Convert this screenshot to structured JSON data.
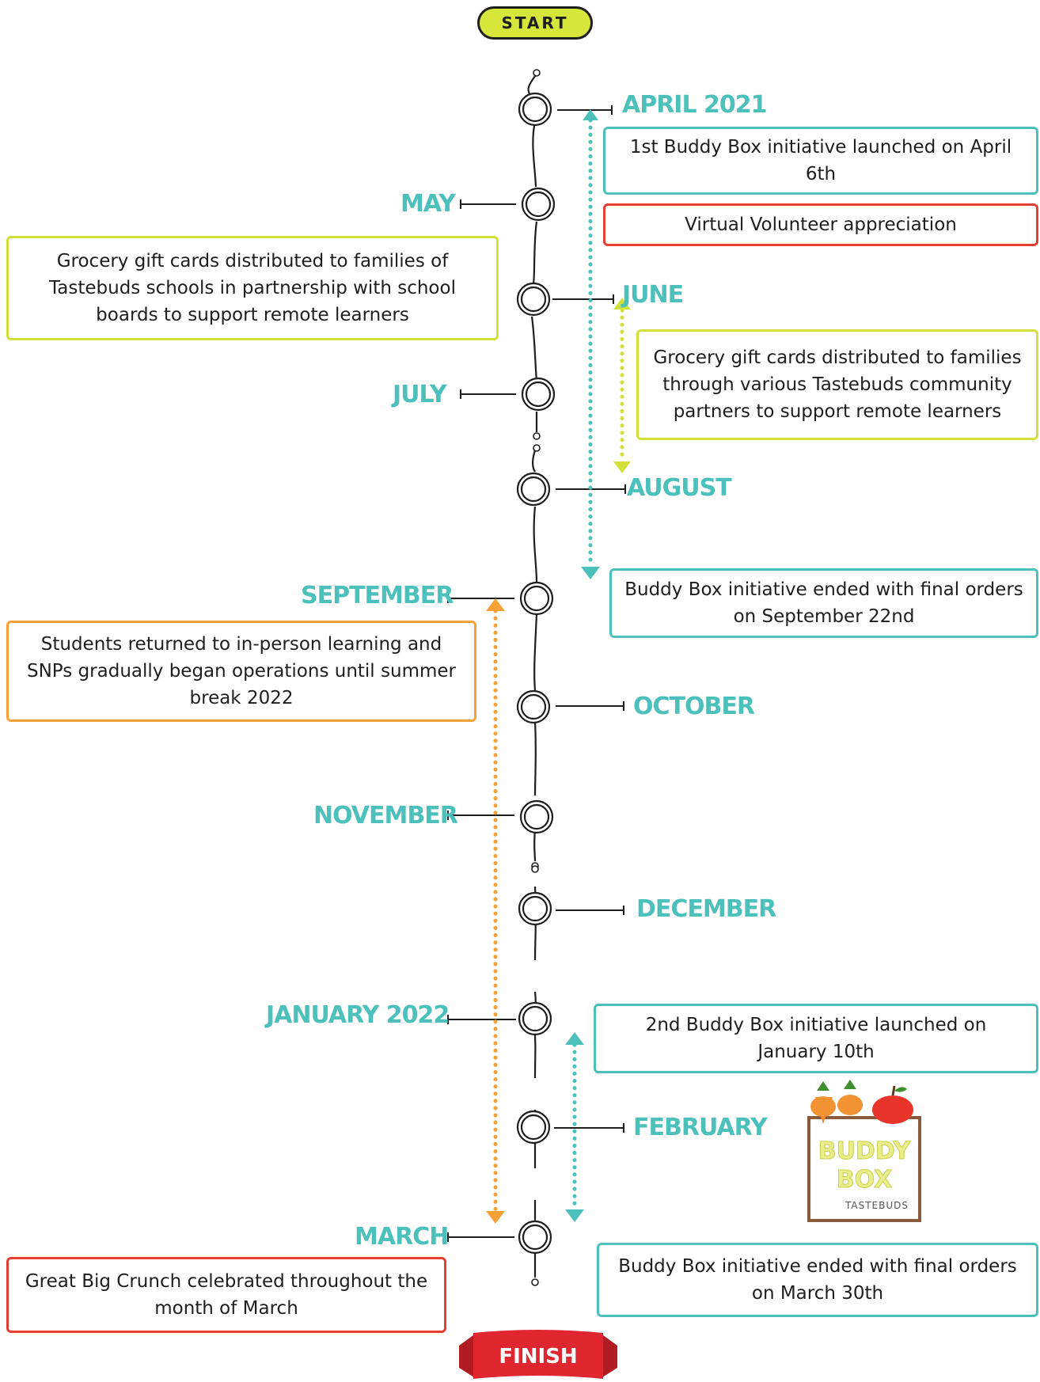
{
  "start_label": "START",
  "finish_label": "FINISH",
  "months": {
    "april": "APRIL 2021",
    "may": "MAY",
    "june": "JUNE",
    "july": "JULY",
    "august": "AUGUST",
    "september": "SEPTEMBER",
    "october": "OCTOBER",
    "november": "NOVEMBER",
    "december": "DECEMBER",
    "january": "JANUARY 2022",
    "february": "FEBRUARY",
    "march": "MARCH"
  },
  "events": {
    "buddy_box_1_launch": "1st Buddy Box initiative launched on April 6th",
    "volunteer_appreciation": "Virtual Volunteer appreciation",
    "gift_cards_schools": "Grocery gift cards distributed to families of Tastebuds schools in partnership with school boards to support remote learners",
    "gift_cards_community": "Grocery gift cards distributed to families through various Tastebuds community partners to support remote learners",
    "buddy_box_1_end": "Buddy Box initiative ended with final orders on September 22nd",
    "in_person_learning": "Students returned to in-person learning and SNPs gradually began operations until summer break 2022",
    "buddy_box_2_launch": "2nd Buddy Box initiative launched on January 10th",
    "buddy_box_2_end": "Buddy Box initiative ended with final orders on March 30th",
    "great_big_crunch": "Great Big Crunch celebrated throughout the month of March"
  },
  "logo": {
    "line1": "BUDDY",
    "line2": "BOX",
    "sub": "TASTEBUDS"
  },
  "colors": {
    "teal": "#4cc0bb",
    "red": "#e34033",
    "lime": "#d3e03a",
    "orange": "#f7a035",
    "start_fill": "#d7e63a",
    "finish_fill": "#e0262e"
  }
}
